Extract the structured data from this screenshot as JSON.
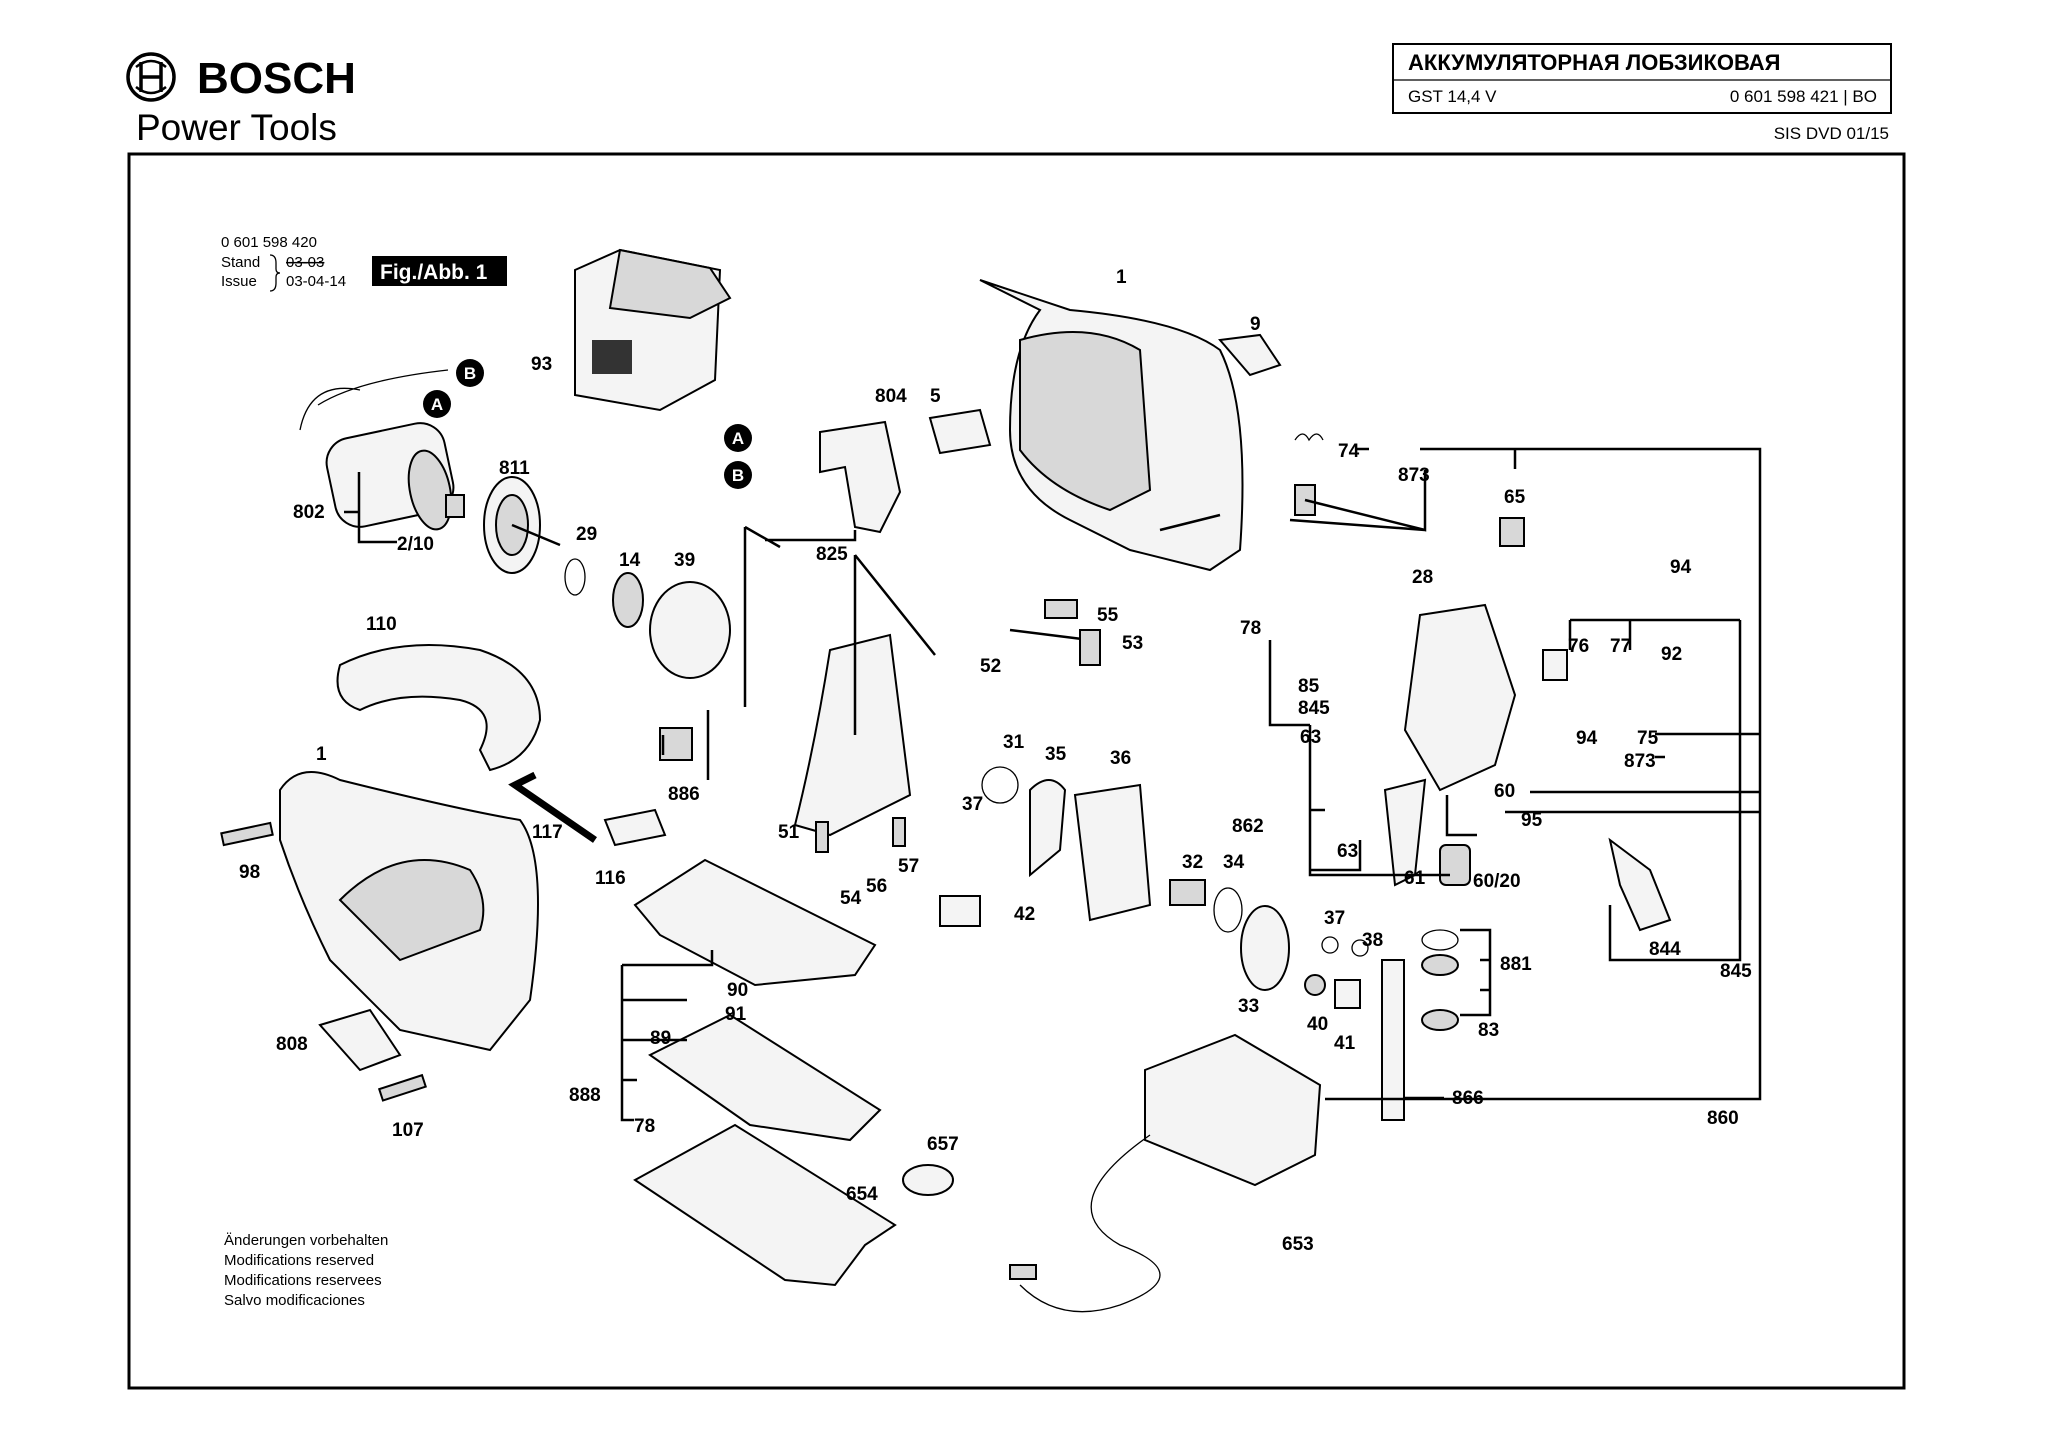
{
  "brand": {
    "name": "BOSCH",
    "subtitle": "Power Tools"
  },
  "header": {
    "title": "АККУМУЛЯТОРНАЯ ЛОБЗИКОВАЯ",
    "model": "GST 14,4 V",
    "part_no": "0 601 598 421 | BO",
    "sis": "SIS DVD 01/15"
  },
  "figure": {
    "ref_number": "0 601 598 420",
    "stand_label": "Stand",
    "stand_value": "03-03",
    "issue_label": "Issue",
    "issue_value": "03-04-14",
    "tag": "Fig./Abb. 1"
  },
  "connectors": {
    "a": "A",
    "b": "B"
  },
  "labels": {
    "l1a": "1",
    "l1b": "1",
    "l2_10": "2/10",
    "l5": "5",
    "l9": "9",
    "l14": "14",
    "l28": "28",
    "l29": "29",
    "l31": "31",
    "l32": "32",
    "l33": "33",
    "l34": "34",
    "l35": "35",
    "l36": "36",
    "l37a": "37",
    "l37b": "37",
    "l38": "38",
    "l39": "39",
    "l40": "40",
    "l41": "41",
    "l42": "42",
    "l51": "51",
    "l52": "52",
    "l53": "53",
    "l54": "54",
    "l55": "55",
    "l56": "56",
    "l57": "57",
    "l60": "60",
    "l60_20": "60/20",
    "l61": "61",
    "l63a": "63",
    "l63b": "63",
    "l65": "65",
    "l74": "74",
    "l75": "75",
    "l76": "76",
    "l77": "77",
    "l78a": "78",
    "l78b": "78",
    "l83": "83",
    "l85": "85",
    "l845a": "845",
    "l845b": "845",
    "l844": "844",
    "l860": "860",
    "l862": "862",
    "l866": "866",
    "l873a": "873",
    "l873b": "873",
    "l881": "881",
    "l886": "886",
    "l888": "888",
    "l89": "89",
    "l90": "90",
    "l91": "91",
    "l92": "92",
    "l93": "93",
    "l94a": "94",
    "l94b": "94",
    "l95": "95",
    "l98": "98",
    "l107": "107",
    "l110": "110",
    "l116": "116",
    "l117": "117",
    "l653": "653",
    "l654": "654",
    "l657": "657",
    "l802": "802",
    "l804": "804",
    "l808": "808",
    "l811": "811",
    "l825": "825"
  },
  "footer_notes": [
    "Änderungen vorbehalten",
    "Modifications reserved",
    "Modifications reservees",
    "Salvo modificaciones"
  ]
}
